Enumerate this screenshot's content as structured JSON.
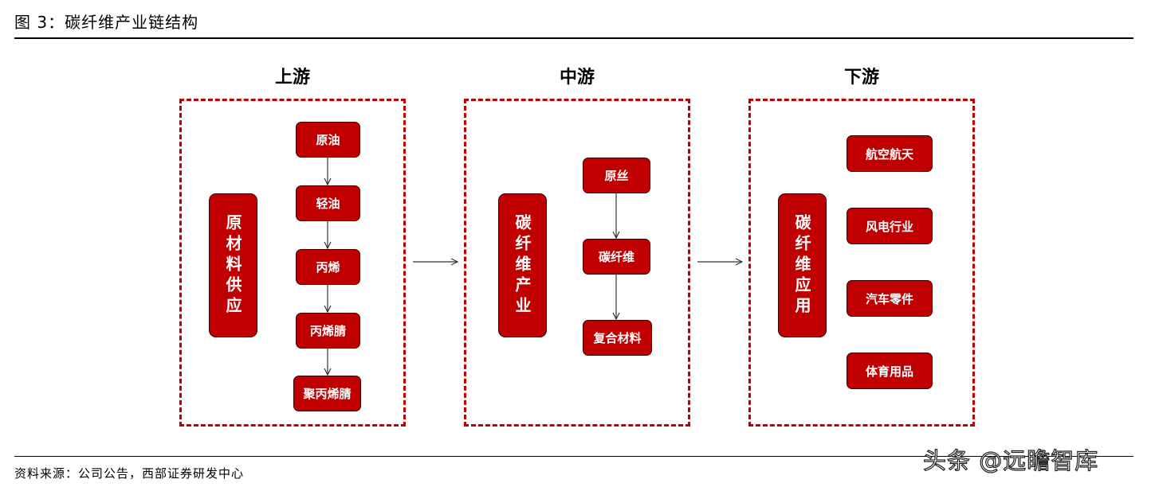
{
  "figure_title": "图 3：碳纤维产业链结构",
  "source": "资料来源：公司公告，西部证券研发中心",
  "watermark": "头条 @远瞻智库",
  "stages": {
    "upstream": {
      "title": "上游",
      "main_label": "原材料供应",
      "items": [
        "原油",
        "轻油",
        "丙烯",
        "丙烯腈",
        "聚丙烯腈"
      ]
    },
    "midstream": {
      "title": "中游",
      "main_label": "碳纤维产业",
      "items": [
        "原丝",
        "碳纤维",
        "复合材料"
      ]
    },
    "downstream": {
      "title": "下游",
      "main_label": "碳纤维应用",
      "items": [
        "航空航天",
        "风电行业",
        "汽车零件",
        "体育用品"
      ]
    }
  },
  "colors": {
    "box_fill": "#c00000",
    "dashed_border": "#c00000",
    "box_text": "#ffffff"
  }
}
